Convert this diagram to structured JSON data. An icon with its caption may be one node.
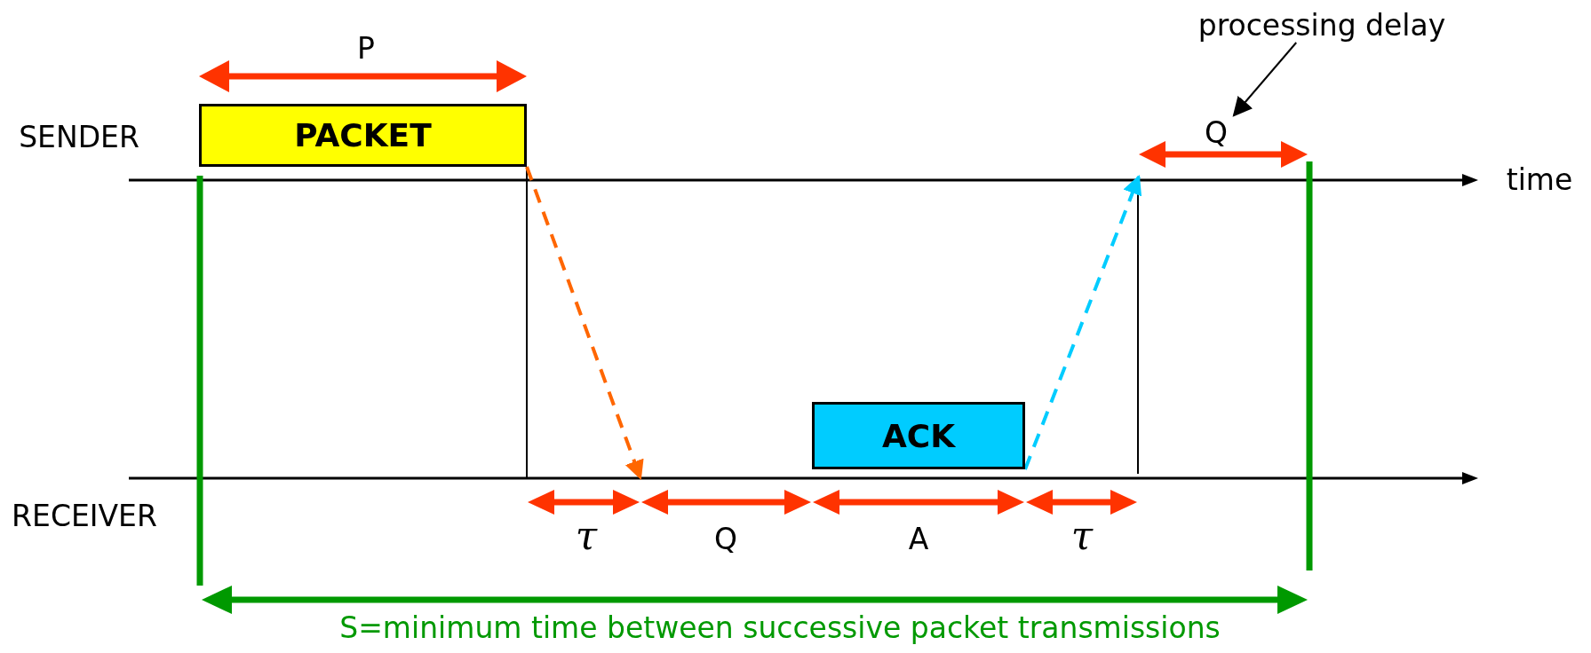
{
  "diagram": {
    "nodes": [
      {
        "text": [
          "PACKET"
        ]
      },
      {
        "text": [
          "ACK"
        ]
      },
      {
        "text": [
          "processing delay"
        ]
      },
      {
        "text": [
          "Q"
        ]
      }
    ],
    "edges": [
      {
        "from": 0,
        "to": null,
        "arrow": "to",
        "style": "dashed",
        "color": "#ff6600"
      },
      {
        "from": 1,
        "to": null,
        "arrow": "to",
        "style": "dashed",
        "color": "#00ccff"
      },
      {
        "from": 2,
        "to": 3,
        "arrow": "to",
        "color": "#000000"
      }
    ],
    "labels": [
      "P",
      "SENDER",
      "time",
      "RECEIVER",
      "τ",
      "Q",
      "A",
      "τ",
      "S=minimum time between successive packet transmissions"
    ]
  }
}
